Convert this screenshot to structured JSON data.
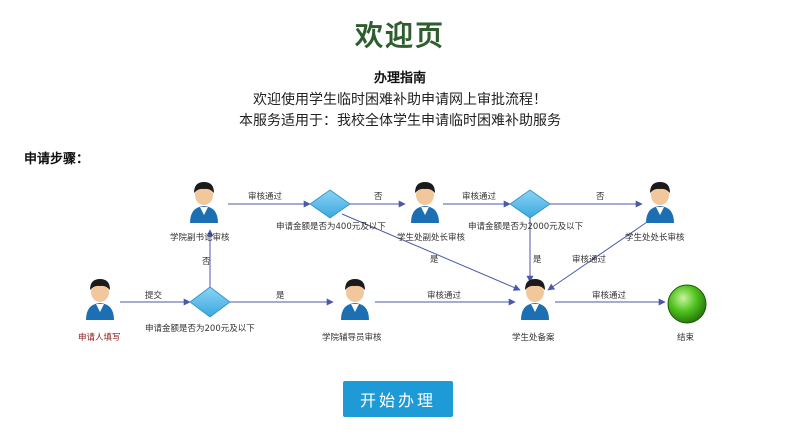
{
  "page": {
    "title": "欢迎页",
    "guide_title": "办理指南",
    "guide_line1": "欢迎使用学生临时困难补助申请网上审批流程！",
    "guide_line2": "本服务适用于：我校全体学生申请临时困难补助服务",
    "steps_label": "申请步骤："
  },
  "flow": {
    "nodes": {
      "applicant": "申请人填写",
      "college_counselor": "学院辅导员审核",
      "college_vice_secretary": "学院副书记审核",
      "deputy_director": "学生处副处长审核",
      "director": "学生处处长审核",
      "archive": "学生处备案",
      "end": "结束"
    },
    "decisions": {
      "d200": "申请金额是否为200元及以下",
      "d400": "申请金额是否为400元及以下",
      "d2000": "申请金额是否为2000元及以下"
    },
    "edges": {
      "submit": "提交",
      "yes": "是",
      "no": "否",
      "approved": "审核通过"
    }
  },
  "action": {
    "start_button": "开始办理"
  }
}
